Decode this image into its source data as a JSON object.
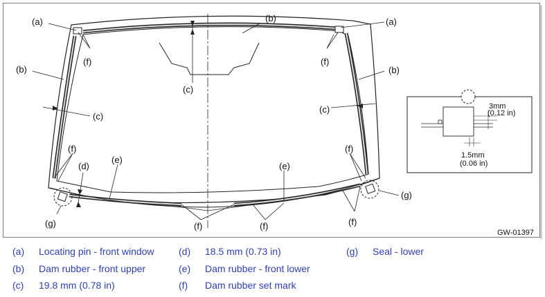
{
  "callouts": {
    "a": "(a)",
    "b": "(b)",
    "c": "(c)",
    "d": "(d)",
    "e": "(e)",
    "f": "(f)",
    "g": "(g)"
  },
  "inset": {
    "dim_top": "3mm",
    "dim_top_in": "(0.12 in)",
    "dim_bottom": "1.5mm",
    "dim_bottom_in": "(0.06 in)"
  },
  "figure_code": "GW-01397",
  "legend": [
    {
      "key": "(a)",
      "text": "Locating pin - front window"
    },
    {
      "key": "(b)",
      "text": "Dam rubber - front upper"
    },
    {
      "key": "(c)",
      "text": "19.8 mm (0.78 in)"
    },
    {
      "key": "(d)",
      "text": "18.5 mm (0.73 in)"
    },
    {
      "key": "(e)",
      "text": "Dam rubber - front lower"
    },
    {
      "key": "(f)",
      "text": "Dam rubber set mark"
    },
    {
      "key": "(g)",
      "text": "Seal - lower"
    }
  ]
}
